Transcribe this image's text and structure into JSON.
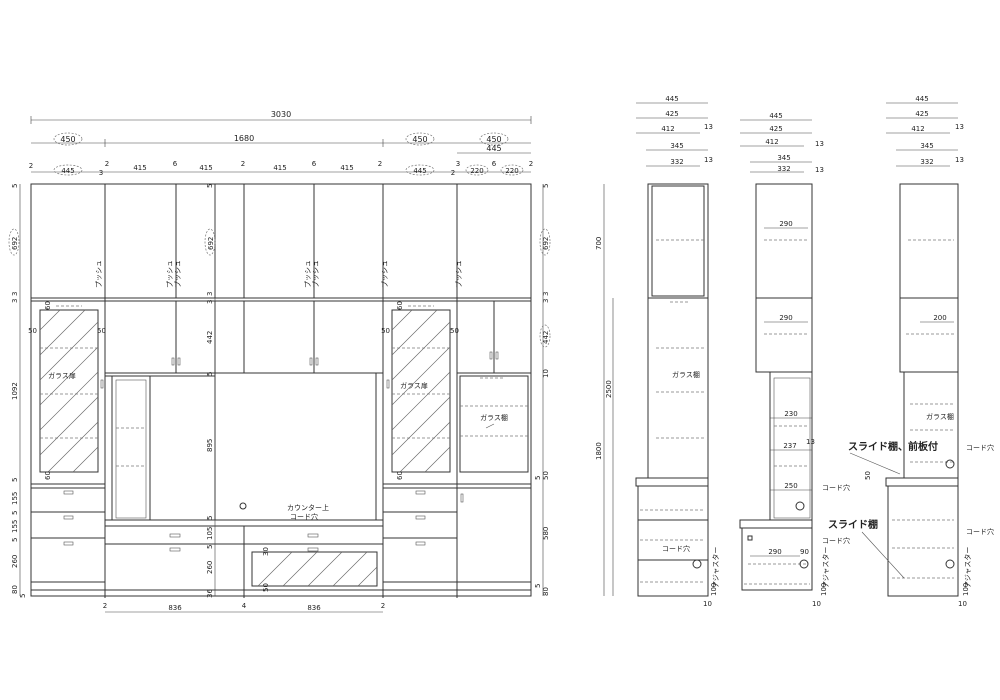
{
  "front": {
    "dim_total": "3030",
    "dim_1680": "1680",
    "row2": [
      "450",
      "450",
      "450",
      "445"
    ],
    "row3": [
      {
        "v": "2"
      },
      {
        "v": "445"
      },
      {
        "v": "3"
      },
      {
        "v": "2"
      },
      {
        "v": "415"
      },
      {
        "v": "6"
      },
      {
        "v": "415"
      },
      {
        "v": "2"
      },
      {
        "v": "415"
      },
      {
        "v": "6"
      },
      {
        "v": "415"
      },
      {
        "v": "2"
      },
      {
        "v": "445"
      },
      {
        "v": "2"
      },
      {
        "v": "3"
      },
      {
        "v": "220"
      },
      {
        "v": "6"
      },
      {
        "v": "220"
      },
      {
        "v": "2"
      }
    ],
    "left_v": [
      "5",
      "692",
      "3",
      "3",
      "1092",
      "5",
      "155",
      "5",
      "155",
      "5",
      "260",
      "80",
      "5"
    ],
    "mid_v": [
      "5",
      "692",
      "3",
      "3",
      "442",
      "5",
      "895",
      "5",
      "105",
      "5",
      "260",
      "36"
    ],
    "right_v": [
      "5",
      "692",
      "3",
      "3",
      "442",
      "10",
      "5",
      "50",
      "580",
      "5",
      "80"
    ],
    "small_50": "50",
    "small_60": "60",
    "small_30": "30",
    "push_label": "プッシュ",
    "glass_door": "ガラス扉",
    "glass_shelf": "ガラス棚",
    "counter_hole": [
      "カウンター上",
      "コード穴"
    ],
    "bottom": [
      "2",
      "836",
      "4",
      "836",
      "2"
    ]
  },
  "side": {
    "top_dims": [
      "445",
      "425",
      "412",
      "13",
      "345",
      "332",
      "13"
    ],
    "height_labels": [
      "700",
      "2500",
      "1800"
    ],
    "glass_shelf": "ガラス棚",
    "cord_hole": "コード穴",
    "adjuster": "アジャスター",
    "b_dims": [
      "290",
      "290",
      "230",
      "237",
      "13",
      "250",
      "290",
      "90",
      "100",
      "10"
    ],
    "c_dims": [
      "200",
      "50",
      "100",
      "10"
    ],
    "slide_front": "スライド棚、前板付",
    "slide": "スライド棚"
  }
}
